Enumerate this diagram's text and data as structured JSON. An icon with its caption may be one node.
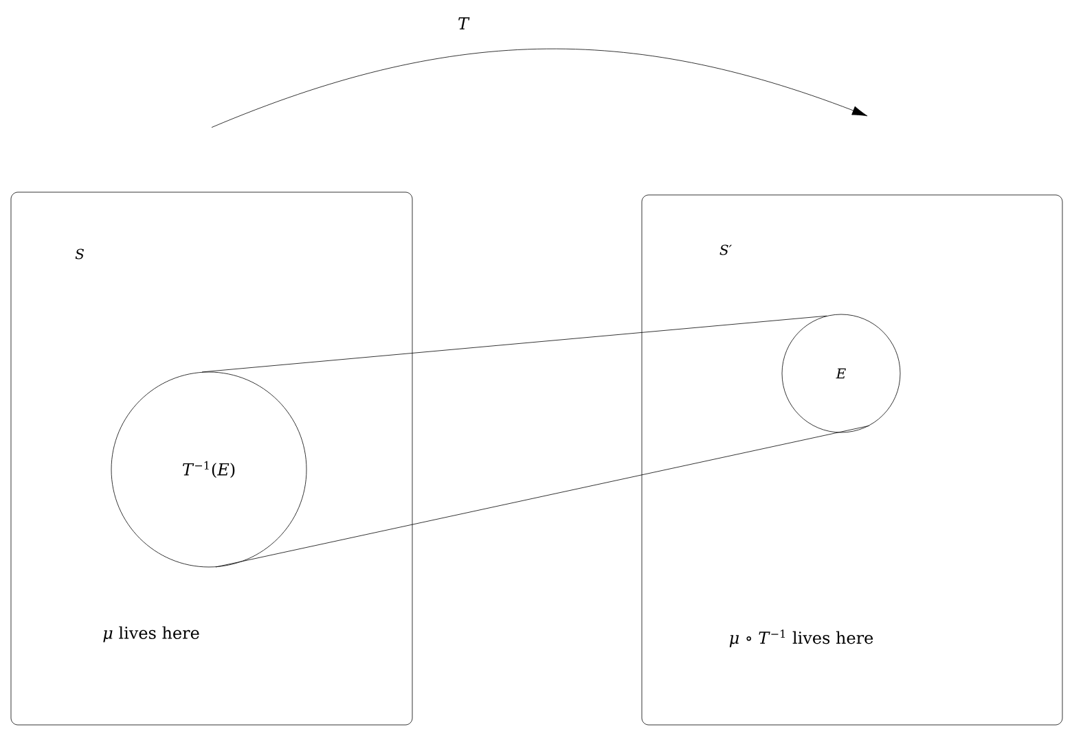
{
  "diagram": {
    "nodes": [
      {
        "text": [
          "S",
          "*μ* lives here"
        ]
      },
      {
        "text": [
          "S′",
          "*μ* ∘ *T*$^{−1}$ lives here"
        ]
      },
      {
        "text": [
          "*T*$^{−1}$(*E*)"
        ],
        "in": 0
      },
      {
        "text": [
          "E"
        ],
        "in": 1
      }
    ],
    "edges": [
      {
        "from": 0,
        "to": 1,
        "arrow": "to",
        "label": "T"
      },
      {
        "from": 2,
        "to": 3,
        "arrow": "none"
      },
      {
        "from": 2,
        "to": 3,
        "arrow": "none"
      }
    ]
  }
}
